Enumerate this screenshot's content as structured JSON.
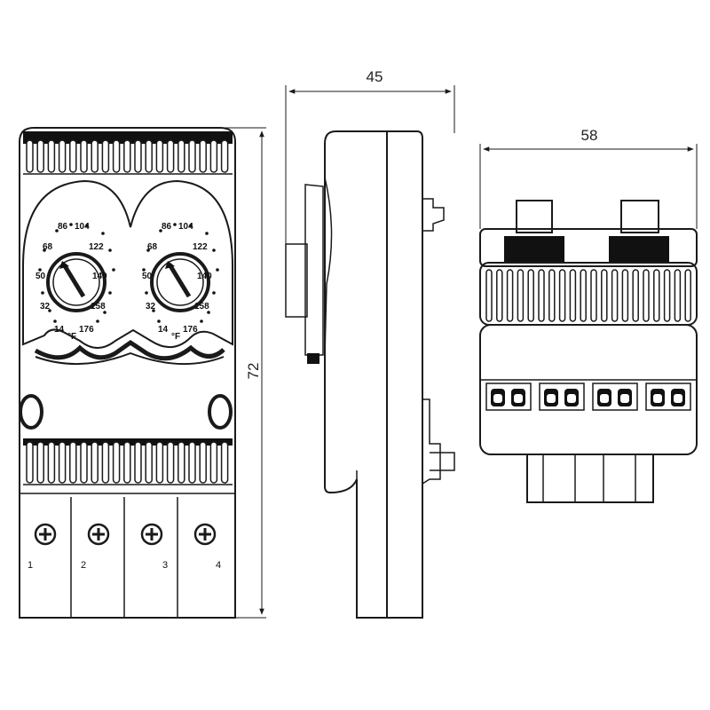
{
  "dimensions": {
    "front_height": "72",
    "side_depth": "45",
    "bottom_width": "58"
  },
  "dials": [
    {
      "scale": [
        "86",
        "104",
        "68",
        "122",
        "50",
        "140",
        "32",
        "158",
        "14",
        "176"
      ],
      "unit": "°F"
    },
    {
      "scale": [
        "86",
        "104",
        "68",
        "122",
        "50",
        "140",
        "32",
        "158",
        "14",
        "176"
      ],
      "unit": "°F"
    }
  ],
  "terminals": [
    "1",
    "2",
    "3",
    "4"
  ],
  "colors": {
    "line": "#1a1a1a",
    "dark_fill": "#111111",
    "background": "#ffffff"
  }
}
